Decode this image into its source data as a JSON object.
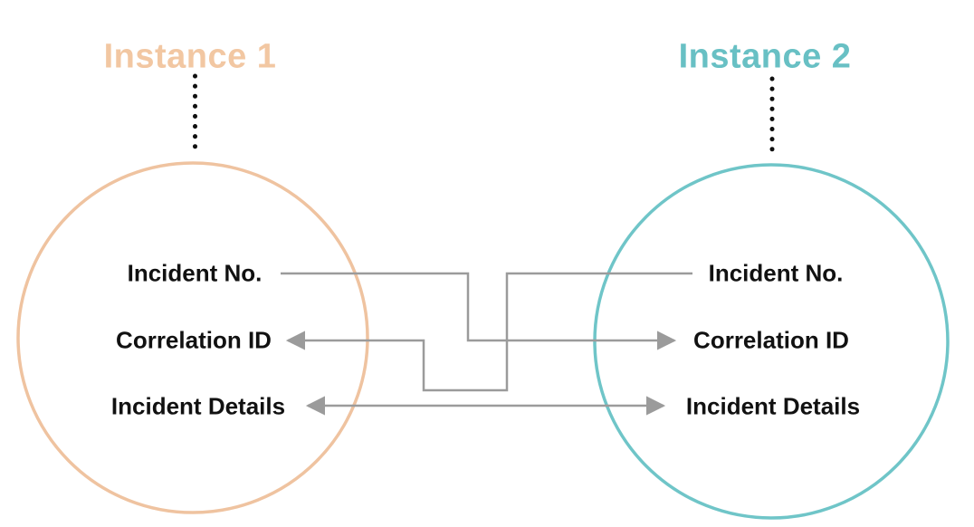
{
  "diagram": {
    "connector_color": "#9b9b9b",
    "dotted_line_color": "#111111",
    "field_text_color": "#111111",
    "instances": [
      {
        "title": "Instance 1",
        "title_color": "#f2c7a2",
        "circle_color": "#efc3a0",
        "fields": [
          "Incident No.",
          "Correlation ID",
          "Incident Details"
        ]
      },
      {
        "title": "Instance 2",
        "title_color": "#68c0c4",
        "circle_color": "#6fc5c8",
        "fields": [
          "Incident No.",
          "Correlation ID",
          "Incident Details"
        ]
      }
    ],
    "connections": [
      {
        "from": "Instance 1 / Incident No.",
        "to": "Instance 2 / Correlation ID",
        "direction": "one-way"
      },
      {
        "from": "Instance 2 / Incident No.",
        "to": "Instance 1 / Correlation ID",
        "direction": "one-way"
      },
      {
        "from": "Instance 1 / Incident Details",
        "to": "Instance 2 / Incident Details",
        "direction": "two-way"
      }
    ]
  }
}
